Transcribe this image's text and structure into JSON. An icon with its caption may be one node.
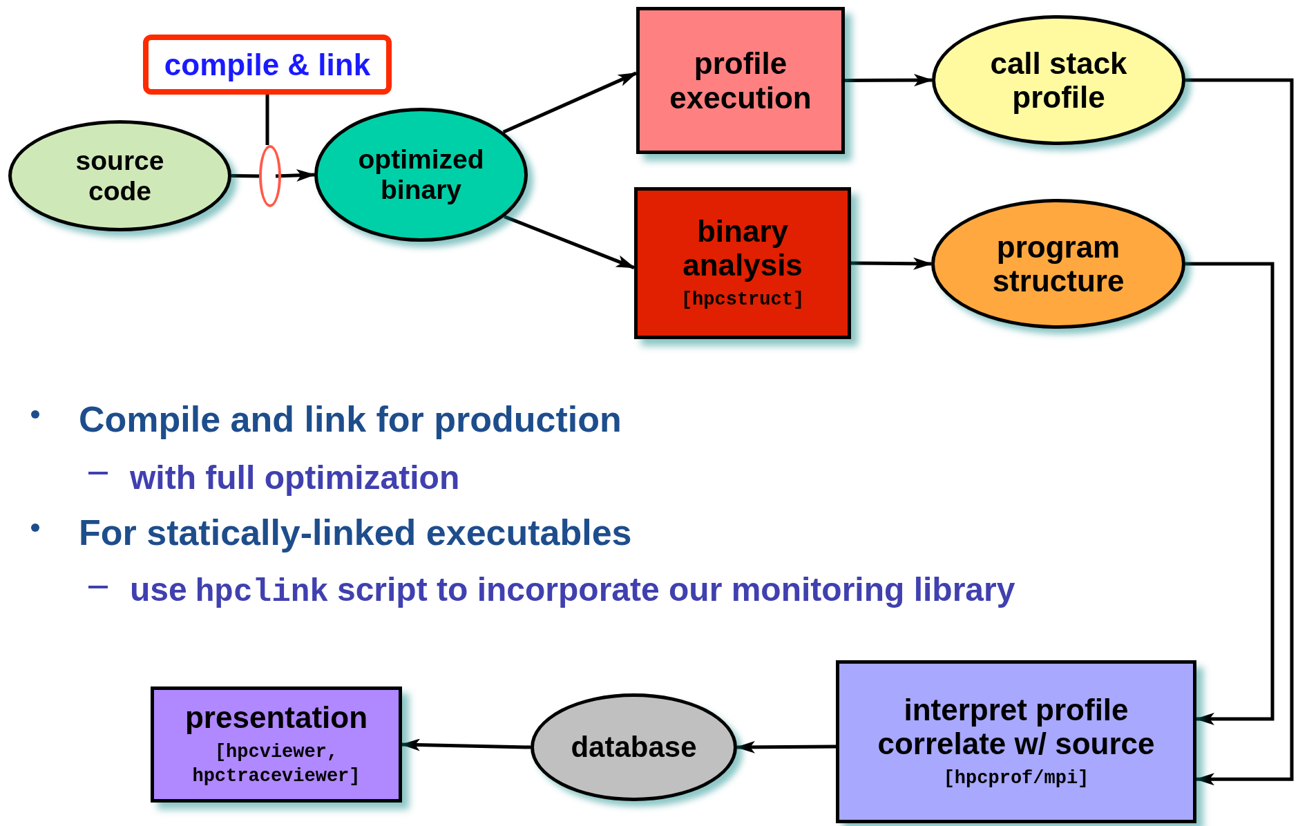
{
  "diagram": {
    "nodes": [
      {
        "text": [
          "compile & link"
        ]
      },
      {
        "text": [
          "source code"
        ]
      },
      {
        "text": [],
        "shape": "ellipse"
      },
      {
        "text": [
          "optimized binary"
        ]
      },
      {
        "text": [
          "profile execution"
        ]
      },
      {
        "text": [
          "call stack profile"
        ]
      },
      {
        "text": [
          "binary analysis",
          "[hpcstruct]"
        ]
      },
      {
        "text": [
          "program structure"
        ]
      },
      {
        "text": [
          "presentation",
          "[hpcviewer, hpctraceviewer]"
        ]
      },
      {
        "text": [
          "database"
        ]
      },
      {
        "text": [
          "interpret profile correlate w/ source",
          "[hpcprof/mpi]"
        ]
      }
    ],
    "edges": [
      {
        "from": 0,
        "to": 2,
        "arrow": "none"
      },
      {
        "from": 1,
        "to": 2,
        "arrow": "none"
      },
      {
        "from": 2,
        "to": 3,
        "arrow": "to"
      },
      {
        "from": 3,
        "to": 4,
        "arrow": "to"
      },
      {
        "from": 3,
        "to": 6,
        "arrow": "to"
      },
      {
        "from": 4,
        "to": 5,
        "arrow": "to"
      },
      {
        "from": 6,
        "to": 7,
        "arrow": "to"
      },
      {
        "from": 5,
        "to": 10,
        "arrow": "to"
      },
      {
        "from": 7,
        "to": 10,
        "arrow": "to"
      },
      {
        "from": 10,
        "to": 9,
        "arrow": "to"
      },
      {
        "from": 9,
        "to": 8,
        "arrow": "to"
      }
    ],
    "labels": [
      "Compile and link for production",
      "with full optimization",
      "For statically-linked executables",
      "use",
      "hpclink",
      "script to incorporate our monitoring library"
    ]
  }
}
